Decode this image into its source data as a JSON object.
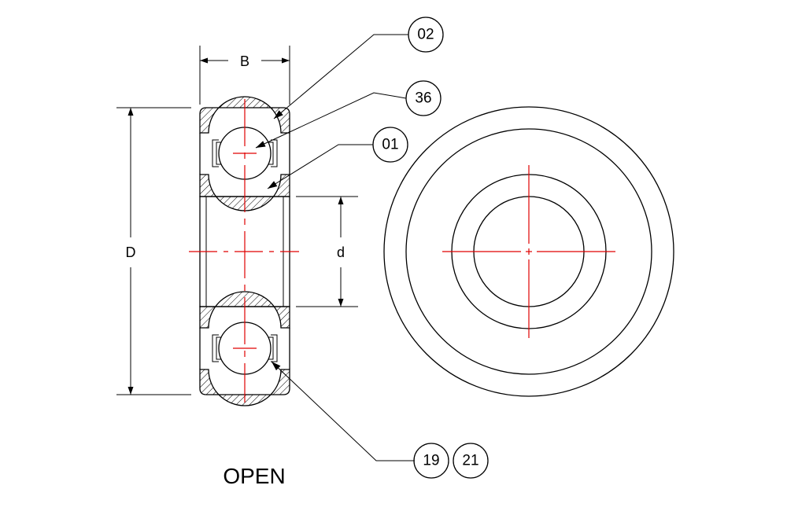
{
  "drawing": {
    "view_label": "OPEN",
    "dimensions": {
      "width_label": "B",
      "outer_diameter_label": "D",
      "bore_label": "d"
    },
    "balloons": [
      {
        "id": "balloon-02",
        "label": "02"
      },
      {
        "id": "balloon-36",
        "label": "36"
      },
      {
        "id": "balloon-01",
        "label": "01"
      },
      {
        "id": "balloon-19",
        "label": "19"
      },
      {
        "id": "balloon-21",
        "label": "21"
      }
    ]
  },
  "colors": {
    "line": "#000000",
    "centerline": "#e00000",
    "background": "#ffffff"
  }
}
